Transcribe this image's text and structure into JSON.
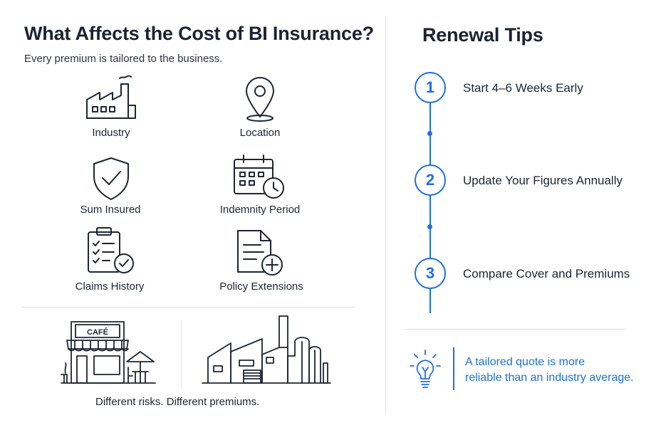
{
  "left": {
    "title": "What Affects the Cost of BI Insurance?",
    "subtitle": "Every premium is tailored to the business.",
    "factors": [
      {
        "label": "Industry",
        "icon": "factory-icon"
      },
      {
        "label": "Location",
        "icon": "location-pin-icon"
      },
      {
        "label": "Sum Insured",
        "icon": "shield-check-icon"
      },
      {
        "label": "Indemnity Period",
        "icon": "calendar-clock-icon"
      },
      {
        "label": "Claims History",
        "icon": "clipboard-check-icon"
      },
      {
        "label": "Policy Extensions",
        "icon": "document-plus-icon"
      }
    ],
    "cafe_sign": "CAFÉ",
    "caption": "Different risks. Different premiums."
  },
  "right": {
    "title": "Renewal Tips",
    "tips": [
      {
        "number": "1",
        "label": "Start 4–6 Weeks Early"
      },
      {
        "number": "2",
        "label": "Update Your Figures Annually"
      },
      {
        "number": "3",
        "label": "Compare Cover and Premiums"
      }
    ],
    "note": {
      "icon": "lightbulb-icon",
      "line1": "A tailored quote is more",
      "line2": "reliable than an industry average."
    }
  },
  "colors": {
    "accent": "#1f6fe0",
    "text": "#1b2133",
    "divider": "#d4def0"
  }
}
